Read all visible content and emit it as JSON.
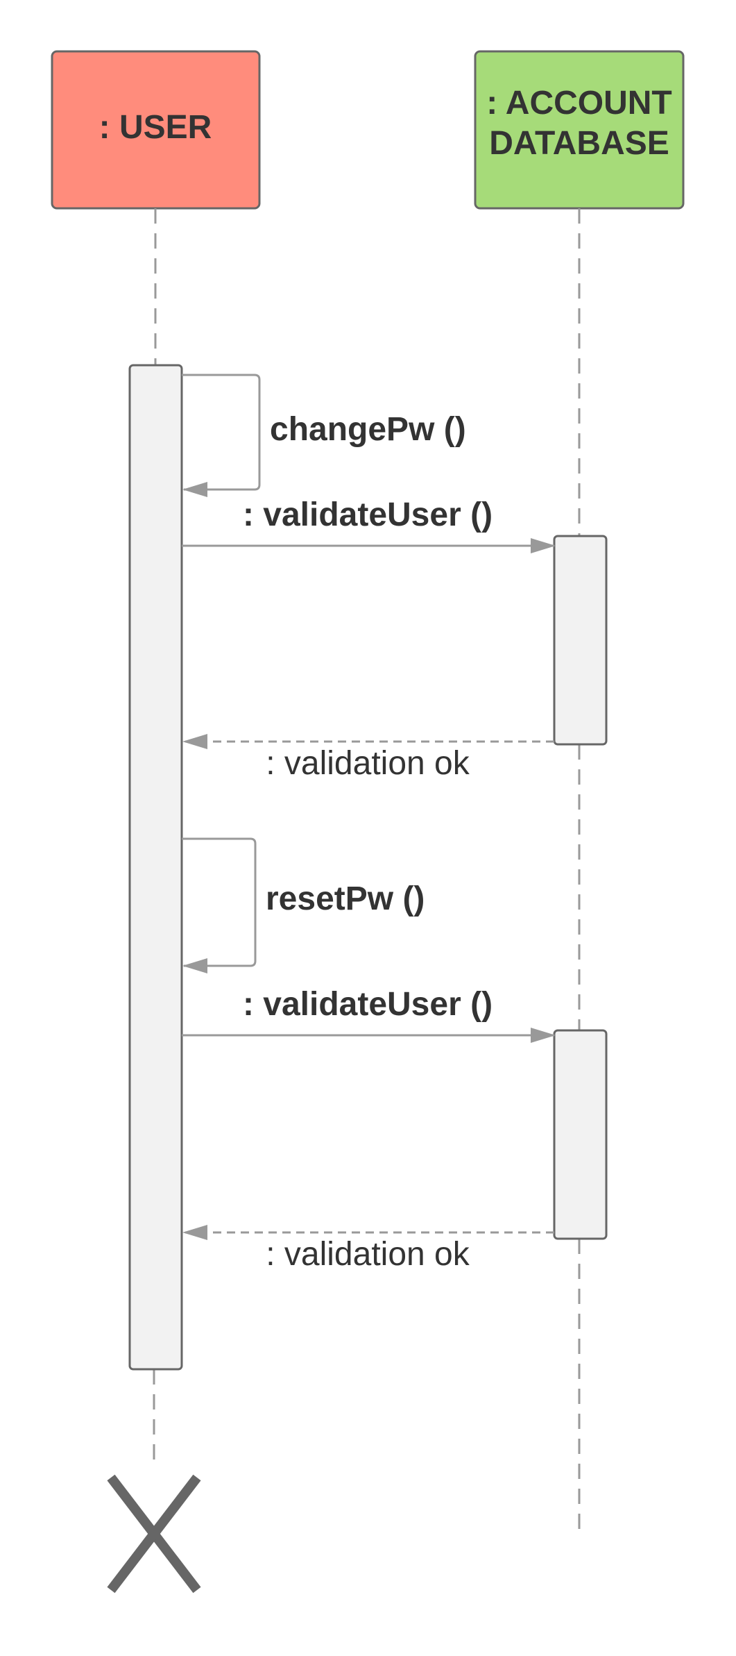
{
  "participants": {
    "user": {
      "label": ": USER",
      "fill": "#FF8C7C"
    },
    "account_db": {
      "label_line1": ": ACCOUNT",
      "label_line2": "DATABASE",
      "fill": "#A6DB79"
    }
  },
  "messages": {
    "change_pw": ": changePw ()",
    "validate_user_1": ": validateUser ()",
    "validation_ok_1": ": validation ok",
    "reset_pw": "resetPw ()",
    "validate_user_2": ": validateUser ()",
    "validation_ok_2": ": validation ok"
  },
  "colors": {
    "stroke": "#666666",
    "arrow": "#999999",
    "activation_fill": "#F2F2F2",
    "text": "#333333",
    "destroy": "#666666"
  }
}
